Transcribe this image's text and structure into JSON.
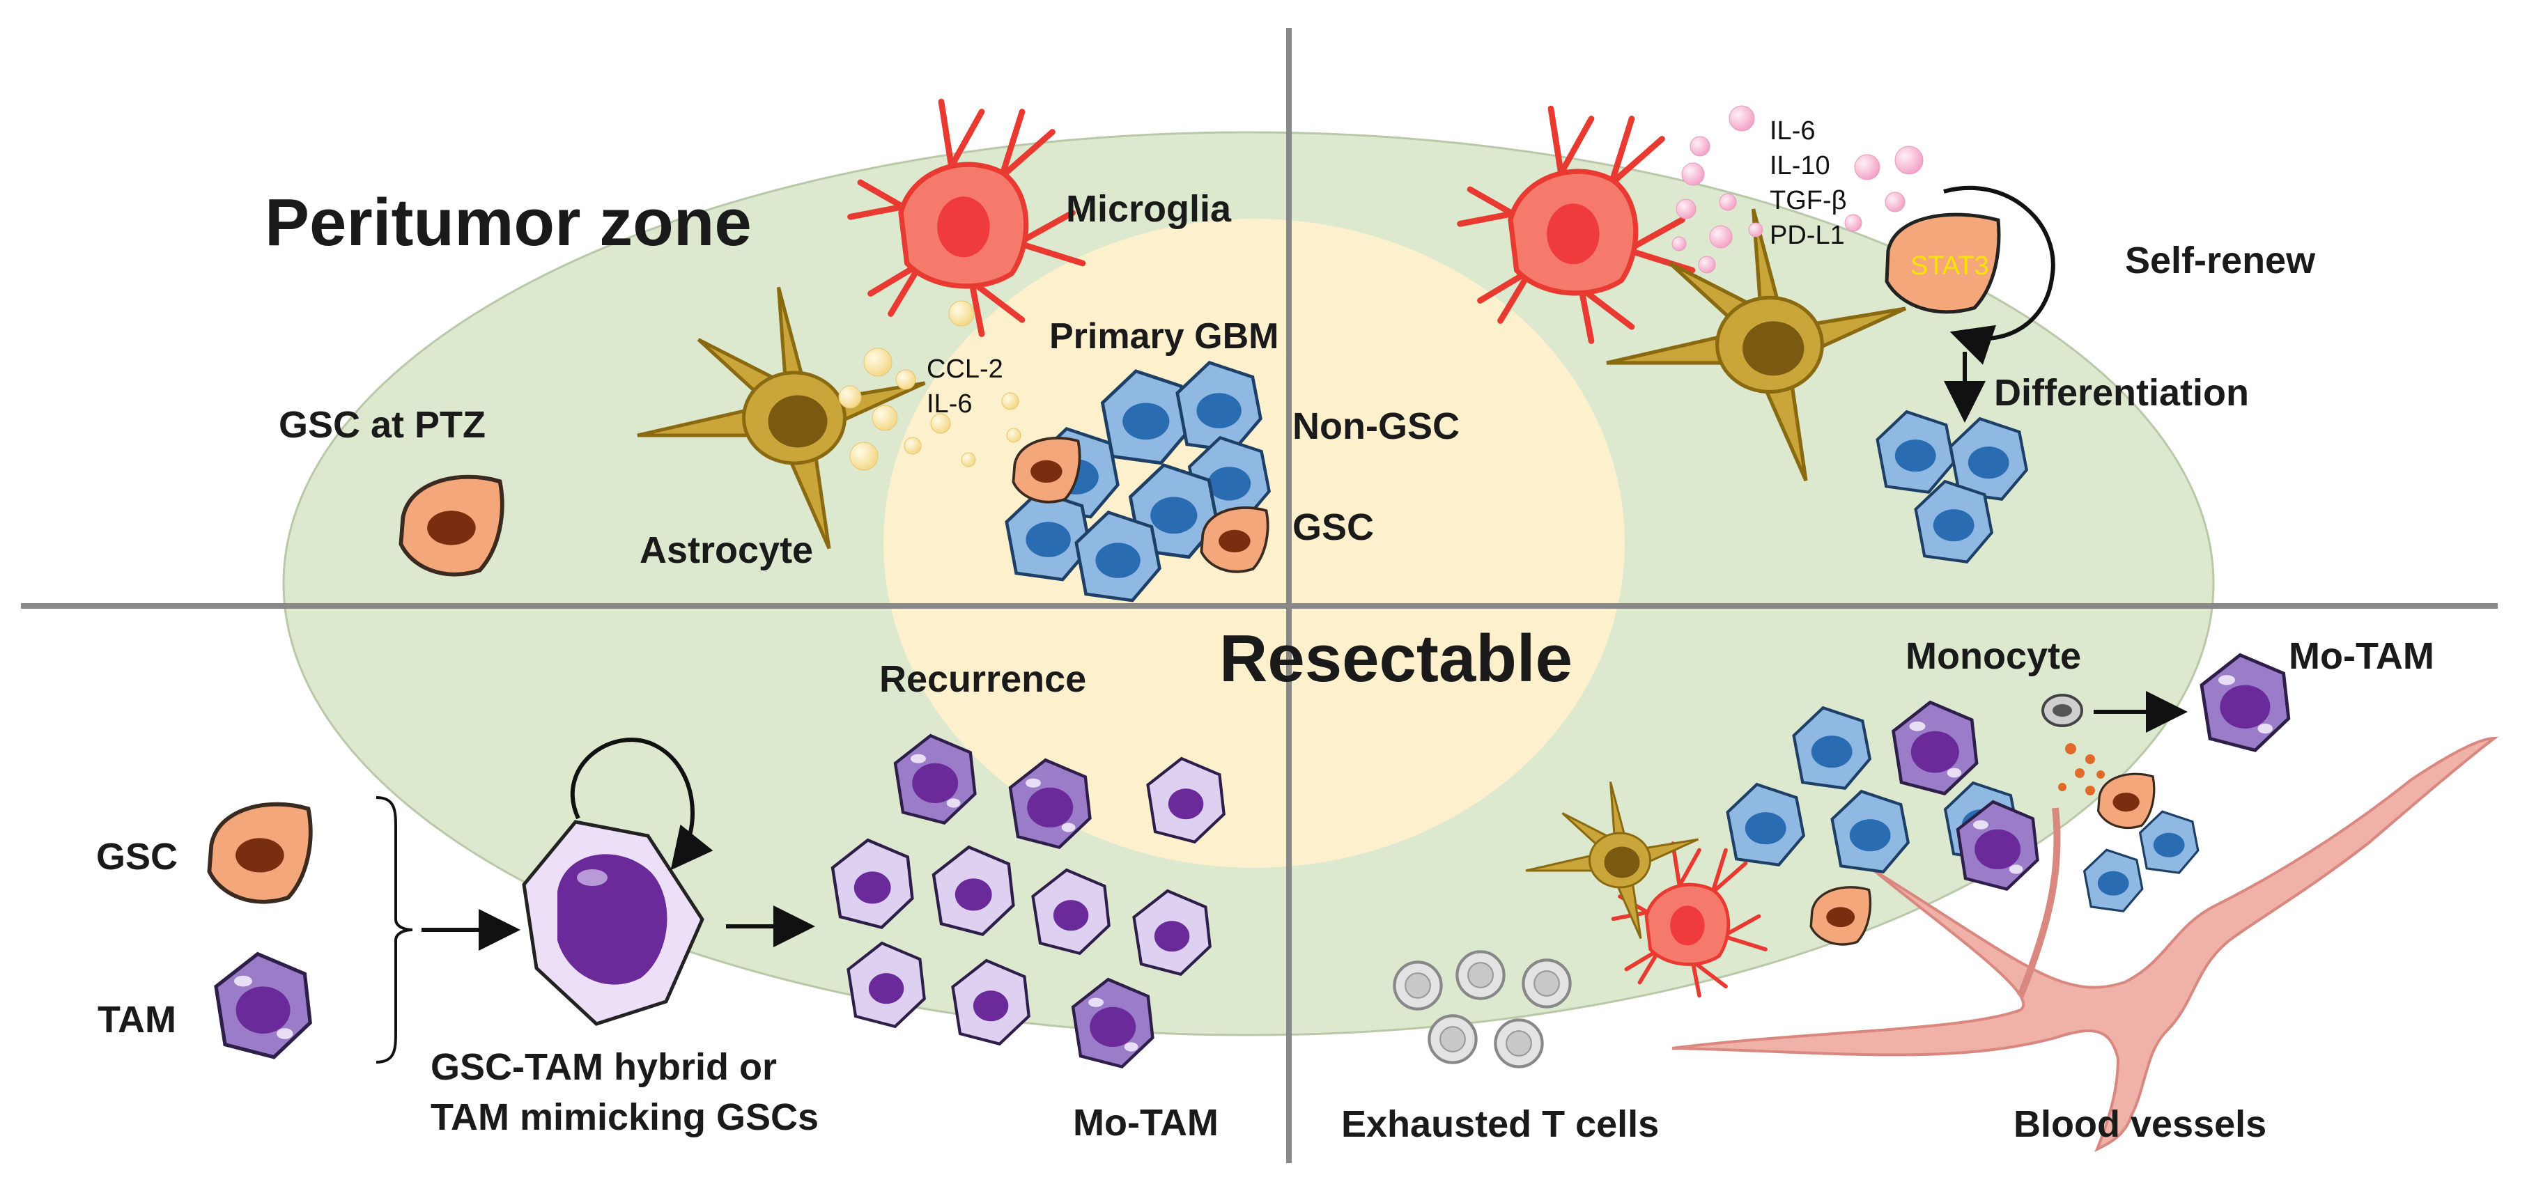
{
  "zones": {
    "peritumor": "Peritumor zone",
    "resectable": "Resectable",
    "primary": "Primary GBM"
  },
  "cells": {
    "microglia": "Microglia",
    "astrocyte": "Astrocyte",
    "gsc_ptz": "GSC at PTZ",
    "non_gsc": "Non-GSC",
    "gsc": "GSC",
    "monocyte": "Monocyte",
    "mo_tam_top": "Mo-TAM",
    "mo_tam_bottom": "Mo-TAM",
    "gsc_left": "GSC",
    "tam_left": "TAM",
    "exhausted_t": "Exhausted T cells",
    "blood_vessels": "Blood vessels"
  },
  "cytokines_left": [
    "CCL-2",
    "IL-6"
  ],
  "cytokines_right": [
    "IL-6",
    "IL-10",
    "TGF-β",
    "PD-L1"
  ],
  "stat3": "STAT3",
  "processes": {
    "self_renew": "Self-renew",
    "differentiation": "Differentiation",
    "recurrence": "Recurrence",
    "hybrid_line1": "GSC-TAM hybrid or",
    "hybrid_line2": "TAM mimicking GSCs"
  },
  "colors": {
    "outer_zone": "#dde9cf",
    "inner_zone": "#fdf0cd",
    "gsc_fill": "#f4a77a",
    "gsc_nucleus": "#7a2e10",
    "nongsc_fill": "#8fb9e3",
    "nongsc_nucleus": "#2a6cb1",
    "tam_fill": "#9b7cc9",
    "tam_nucleus": "#6a2a99",
    "microglia": "#f25a4d",
    "astrocyte": "#c9a53a",
    "vessel": "#f0b1a9",
    "divider": "#888888"
  }
}
